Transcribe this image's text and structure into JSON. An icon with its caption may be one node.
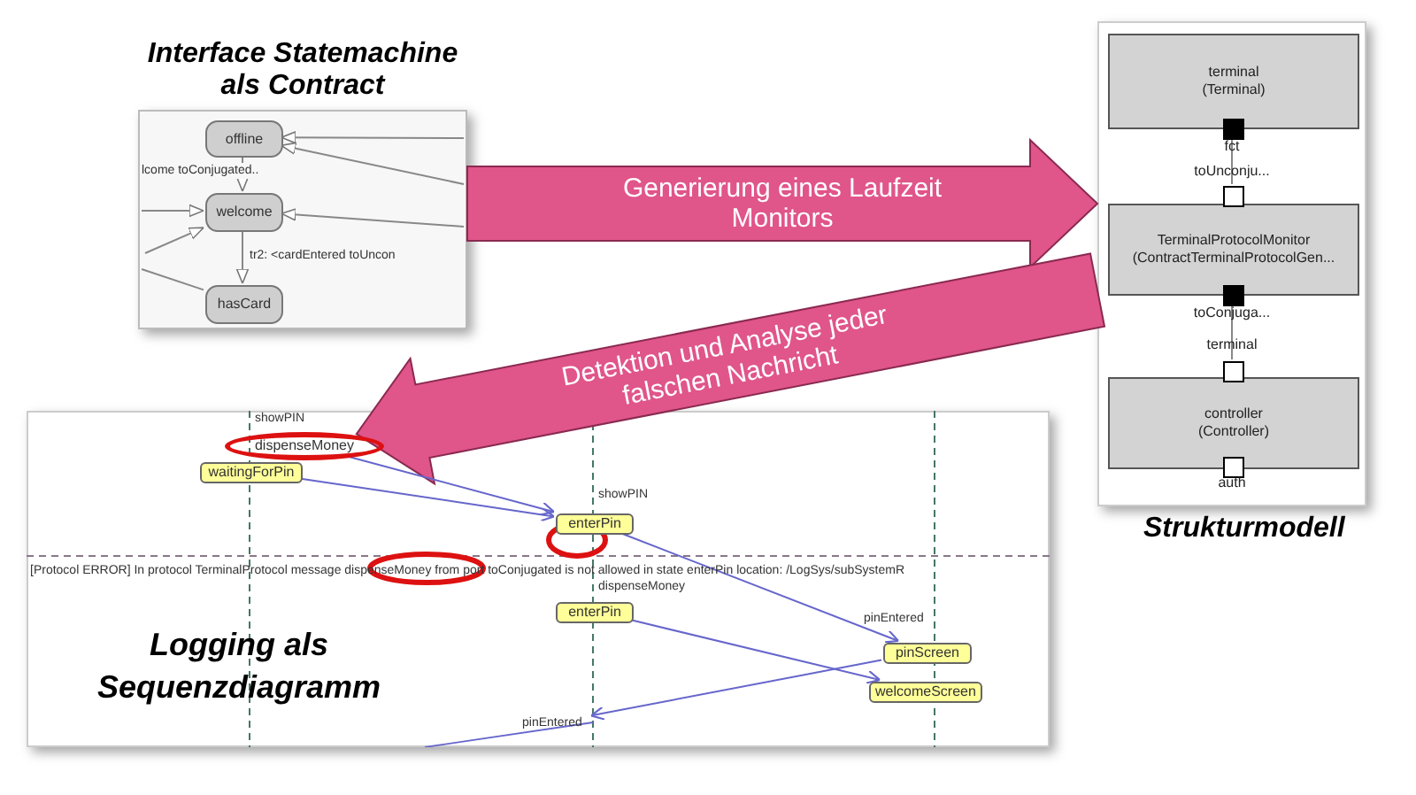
{
  "diagram": {
    "nodes": [
      {
        "text": [
          "Interface Statemachine als Contract"
        ]
      },
      {
        "text": [
          "offline"
        ],
        "in": 0
      },
      {
        "text": [
          "welcome"
        ],
        "in": 0
      },
      {
        "text": [
          "hasCard"
        ],
        "in": 0
      },
      {
        "text": [
          "Strukturmodell"
        ]
      },
      {
        "text": [
          "terminal (Terminal)"
        ],
        "in": 4
      },
      {
        "text": [
          "TerminalProtocolMonitor (ContractTerminalProtocolGen..."
        ],
        "in": 4
      },
      {
        "text": [
          "controller (Controller)"
        ],
        "in": 4
      },
      {
        "text": [],
        "shape": "box",
        "in": 4,
        "beside": [
          "fct"
        ]
      },
      {
        "text": [],
        "shape": "box",
        "in": 4,
        "beside": [
          "toUnconju..."
        ]
      },
      {
        "text": [],
        "shape": "box",
        "in": 4,
        "beside": [
          "toConjuga..."
        ]
      },
      {
        "text": [],
        "shape": "box",
        "in": 4,
        "beside": [
          "terminal"
        ]
      },
      {
        "text": [],
        "shape": "box",
        "in": 4,
        "beside": [
          "auth"
        ]
      },
      {
        "text": [
          "Logging als Sequenzdiagramm"
        ]
      },
      {
        "text": [
          "dispenseMoney"
        ],
        "in": 13
      },
      {
        "text": [
          "waitingForPin"
        ],
        "in": 13
      },
      {
        "text": [
          "enterPin"
        ],
        "in": 13
      },
      {
        "text": [
          "enterPin"
        ],
        "in": 13
      },
      {
        "text": [
          "pinScreen"
        ],
        "in": 13
      },
      {
        "text": [
          "welcomeScreen"
        ],
        "in": 13
      },
      {
        "text": [
          "pinEntered"
        ],
        "in": 13
      }
    ],
    "edges": [
      {
        "from": 0,
        "to": 4,
        "arrow": "to",
        "label": "Generierung eines Laufzeit Monitors",
        "style": "thick",
        "color": "#e0558a"
      },
      {
        "from": 4,
        "to": 14,
        "arrow": "to",
        "label": "Detektion und Analyse jeder falschen Nachricht",
        "style": "thick",
        "color": "#e0558a"
      },
      {
        "from": 1,
        "to": 2,
        "arrow": "to",
        "label": "lcome toConjugated.."
      },
      {
        "from": 2,
        "to": 3,
        "arrow": "to",
        "label": "tr2: <cardEntered toUncon"
      },
      {
        "from": null,
        "to": 1,
        "arrow": "to"
      },
      {
        "from": null,
        "to": 1,
        "arrow": "to"
      },
      {
        "from": null,
        "to": 2,
        "arrow": "to"
      },
      {
        "from": null,
        "to": 2,
        "arrow": "to"
      },
      {
        "from": null,
        "to": 2,
        "arrow": "to"
      },
      {
        "from": null,
        "to": 3,
        "arrow": "none"
      },
      {
        "from": 8,
        "to": 9,
        "arrow": "none"
      },
      {
        "from": 10,
        "to": 11,
        "arrow": "none"
      },
      {
        "from": 14,
        "to": 16,
        "arrow": "to",
        "color": "#6666cc"
      },
      {
        "from": 15,
        "to": 16,
        "arrow": "to",
        "color": "#6666cc"
      },
      {
        "from": 16,
        "to": 18,
        "arrow": "to",
        "color": "#6666cc"
      },
      {
        "from": 17,
        "to": 19,
        "arrow": "to",
        "color": "#6666cc"
      },
      {
        "from": 18,
        "to": 20,
        "arrow": "to",
        "color": "#6666cc"
      }
    ],
    "labels": [
      "showPIN",
      "showPIN",
      "[Protocol ERROR] In protocol TerminalProtocol message dispenseMoney from port toConjugated is not allowed in state enterPin location: /LogSys/subSystemR",
      "dispenseMoney",
      "pinEntered"
    ]
  }
}
